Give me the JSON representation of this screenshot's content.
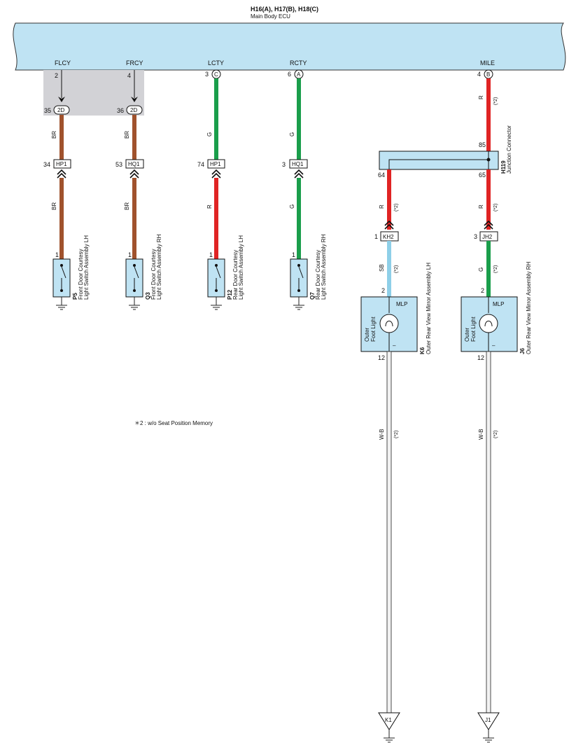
{
  "ecu": {
    "connectors": "H16(A), H17(B), H18(C)",
    "name": "Main Body ECU"
  },
  "terminals": [
    {
      "signal": "FLCY",
      "pin": "2"
    },
    {
      "signal": "FRCY",
      "pin": "4"
    },
    {
      "signal": "LCTY",
      "pin": "3",
      "conn": "C"
    },
    {
      "signal": "RCTY",
      "pin": "6",
      "conn": "A"
    },
    {
      "signal": "MILE",
      "pin": "4",
      "conn": "B"
    }
  ],
  "branch_2d": [
    {
      "pin": "35",
      "label": "2D"
    },
    {
      "pin": "36",
      "label": "2D"
    }
  ],
  "wire_colors": {
    "BR": "#a0522d",
    "G": "#1a9e4b",
    "R": "#e02424",
    "SB": "#8ecfe8",
    "WB": "#f2f2f2"
  },
  "wires": {
    "br": "BR",
    "g": "G",
    "r": "R",
    "sb": "SB",
    "wb": "W-B",
    "note_tag": "(*2)"
  },
  "inline_connectors": [
    {
      "pin": "34",
      "name": "HP1"
    },
    {
      "pin": "53",
      "name": "HQ1"
    },
    {
      "pin": "74",
      "name": "HP1"
    },
    {
      "pin": "3",
      "name": "HQ1"
    },
    {
      "pin": "1",
      "name": "KH2"
    },
    {
      "pin": "3",
      "name": "JH2"
    }
  ],
  "switches": [
    {
      "pin": "1",
      "code": "P5",
      "line1": "Front Door Courtesy",
      "line2": "Light Switch Assembly LH"
    },
    {
      "pin": "1",
      "code": "Q3",
      "line1": "Front Door Courtesy",
      "line2": "Light Switch Assembly RH"
    },
    {
      "pin": "1",
      "code": "P12",
      "line1": "Rear Door Courtesy",
      "line2": "Light Switch Assembly LH"
    },
    {
      "pin": "1",
      "code": "Q7",
      "line1": "Rear Door Courtesy",
      "line2": "Light Switch Assembly RH"
    }
  ],
  "junction": {
    "code": "H119",
    "name": "Junction Connector",
    "pin_in": "85",
    "pin_left": "64",
    "pin_right": "65"
  },
  "mirrors": [
    {
      "pin_in": "2",
      "pin_out": "12",
      "code": "K6",
      "name": "Outer Rear View Mirror Assembly LH",
      "label": "MLP",
      "lamp_line1": "Outer",
      "lamp_line2": "Foot Light",
      "minus": "–"
    },
    {
      "pin_in": "2",
      "pin_out": "12",
      "code": "J6",
      "name": "Outer Rear View Mirror Assembly RH",
      "label": "MLP",
      "lamp_line1": "Outer",
      "lamp_line2": "Foot Light",
      "minus": "–"
    }
  ],
  "grounds": [
    "K1",
    "J1"
  ],
  "footnote": "＊2 : w/o Seat Position Memory"
}
